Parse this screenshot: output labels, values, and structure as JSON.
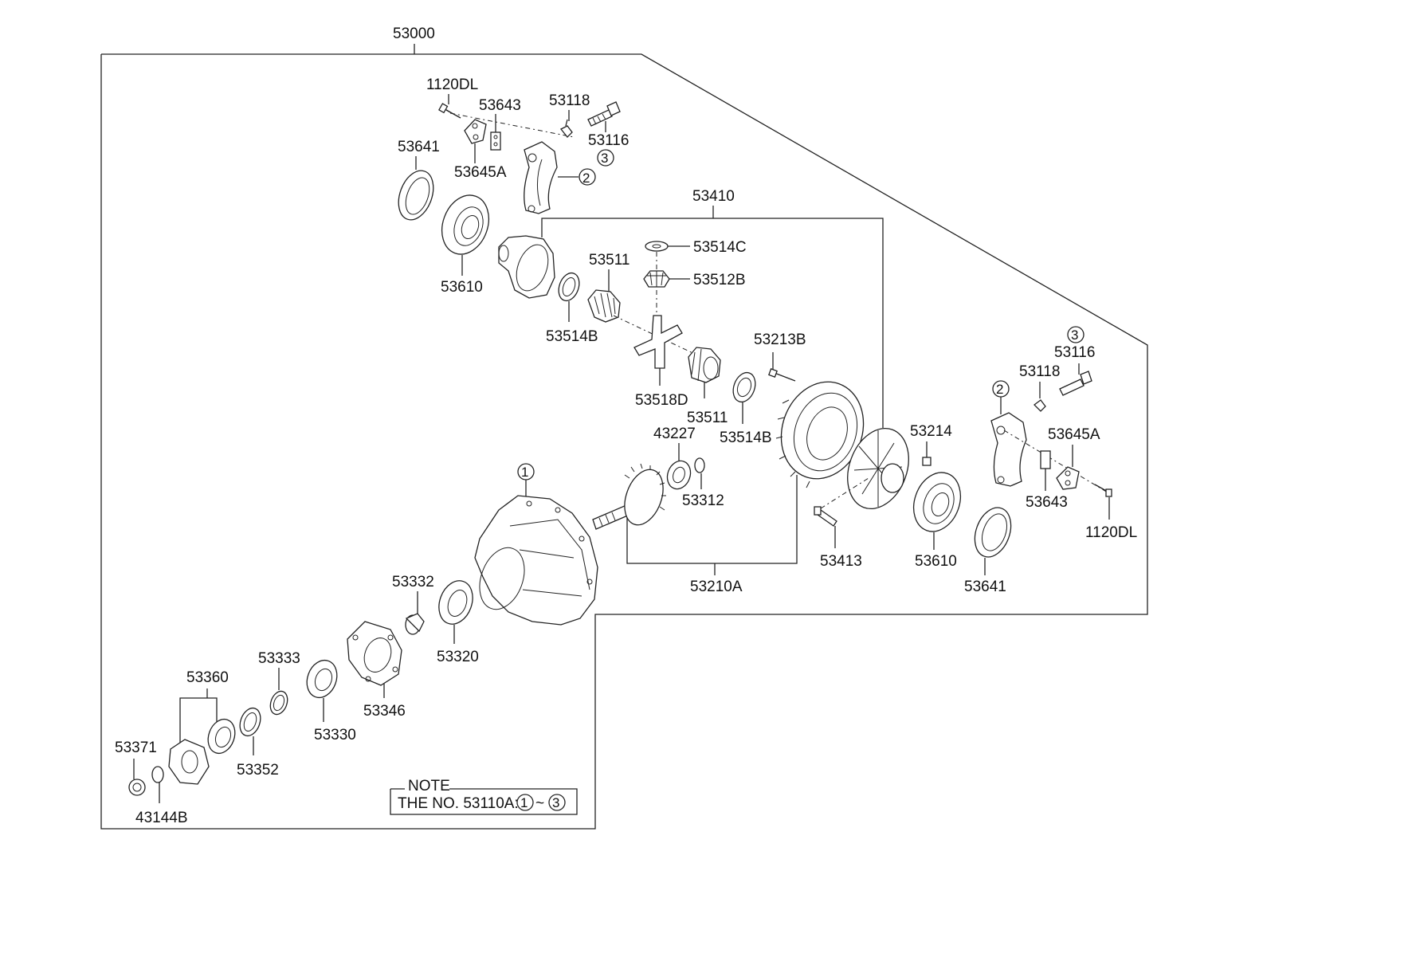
{
  "labels": {
    "p53000": "53000",
    "p1120DL_top": "1120DL",
    "p53643_top": "53643",
    "p53118_top": "53118",
    "p53641_top": "53641",
    "p53116_top": "53116",
    "p53645A_top": "53645A",
    "p53410": "53410",
    "p53514C": "53514C",
    "p53511_top": "53511",
    "p53512B": "53512B",
    "p53610_top": "53610",
    "p53514B_left": "53514B",
    "p53213B": "53213B",
    "p53518D": "53518D",
    "p53511_bot": "53511",
    "p53514B_right": "53514B",
    "p43227": "43227",
    "p53214": "53214",
    "p53312": "53312",
    "p53116_right": "53116",
    "p53118_right": "53118",
    "p53645A_right": "53645A",
    "p53643_right": "53643",
    "p1120DL_right": "1120DL",
    "p53413": "53413",
    "p53610_right": "53610",
    "p53641_right": "53641",
    "p53210A": "53210A",
    "p53332": "53332",
    "p53320": "53320",
    "p53333": "53333",
    "p53346": "53346",
    "p53330": "53330",
    "p53360": "53360",
    "p53352": "53352",
    "p53371": "53371",
    "p43144B": "43144B"
  },
  "callouts": {
    "c1": "1",
    "c2_top": "2",
    "c3_top": "3",
    "c3_right": "3",
    "c2_right": "2"
  },
  "note": {
    "title": "NOTE",
    "text": "THE NO. 53110A:",
    "from": "1",
    "tilde": "~",
    "to": "3"
  }
}
